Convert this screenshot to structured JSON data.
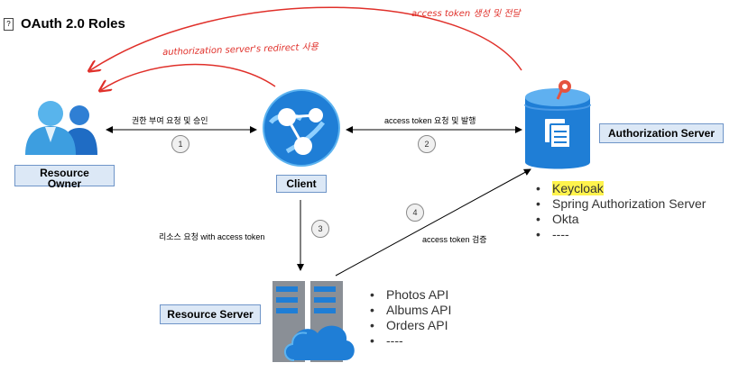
{
  "title": "OAuth 2.0 Roles",
  "actors": {
    "resource_owner": {
      "line1": "Resource",
      "line2": "Owner"
    },
    "client": "Client",
    "authorization_server": "Authorization Server",
    "resource_server": "Resource Server"
  },
  "flows": {
    "owner_client": "권한 부여 요청 및 승인",
    "client_auth": "access token 요청 및 발행",
    "client_resource": "리소스 요청 with access token",
    "resource_auth": "access token 검증"
  },
  "steps": [
    "1",
    "2",
    "3",
    "4"
  ],
  "annotations": {
    "redirect": "authorization server's redirect 사용",
    "token_issue": "access token 생성 및 전달"
  },
  "auth_server_examples": [
    "Keycloak",
    "Spring Authorization Server",
    "Okta",
    "----"
  ],
  "resource_server_apis": [
    "Photos API",
    "Albums API",
    "Orders API",
    "----"
  ],
  "colors": {
    "annotation": "#e0302a",
    "label_fill": "#dce8f6",
    "label_border": "#6f95c8",
    "highlight": "#fff34d",
    "azure_blue": "#1f7ed6"
  }
}
